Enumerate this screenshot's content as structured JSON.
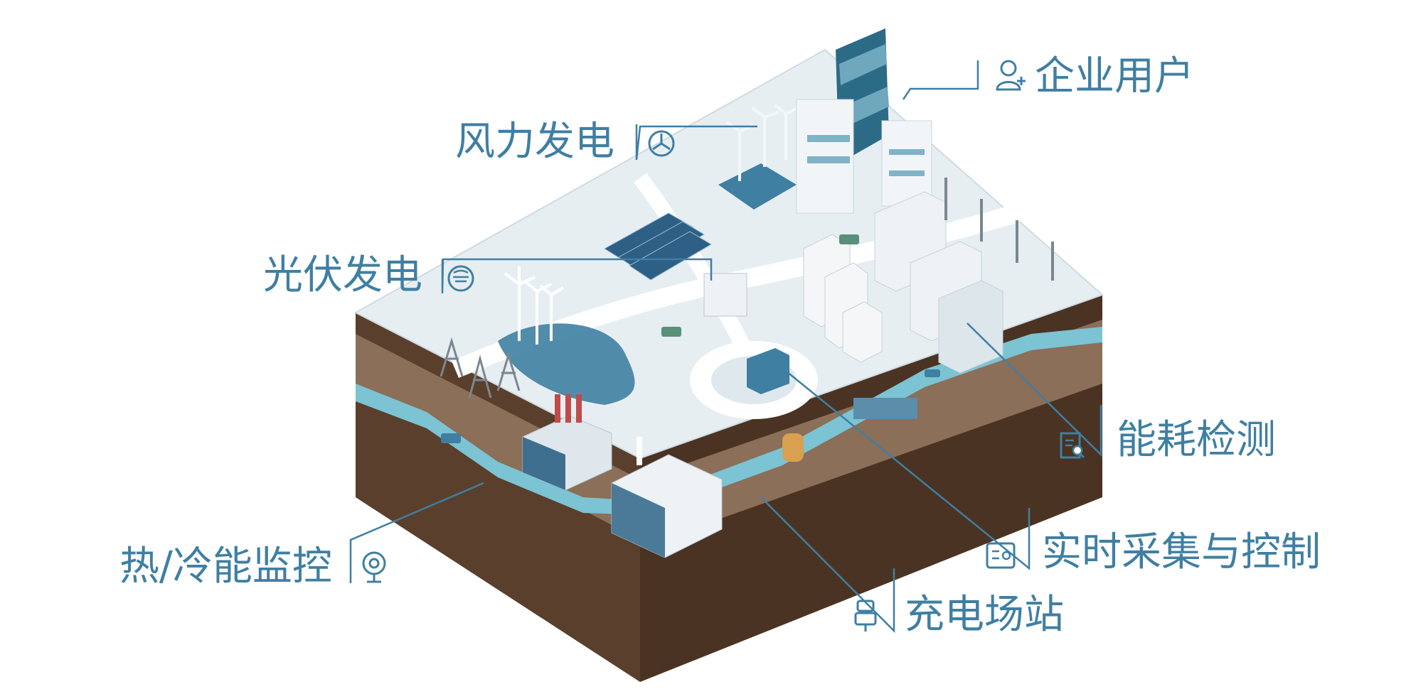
{
  "labels": {
    "enterprise_users": "企业用户",
    "wind_power": "风力发电",
    "solar_power": "光伏发电",
    "energy_monitoring": "能耗检测",
    "realtime_collection_control": "实时采集与控制",
    "heat_cold_monitoring": "热/冷能监控",
    "charging_station": "充电场站"
  },
  "icons": {
    "enterprise_users": "user-add-icon",
    "wind_power": "fan-icon",
    "solar_power": "solar-panel-icon",
    "energy_monitoring": "clipboard-search-icon",
    "realtime_collection_control": "control-card-icon",
    "heat_cold_monitoring": "webcam-icon",
    "charging_station": "charger-icon"
  },
  "colors": {
    "accent": "#3f7fa2",
    "ground": "#e6eef2",
    "soil_dark": "#5a3f2c",
    "soil_mid": "#8b6f58",
    "water_layer": "#7cc3d3",
    "lake": "#3f7fa2"
  }
}
